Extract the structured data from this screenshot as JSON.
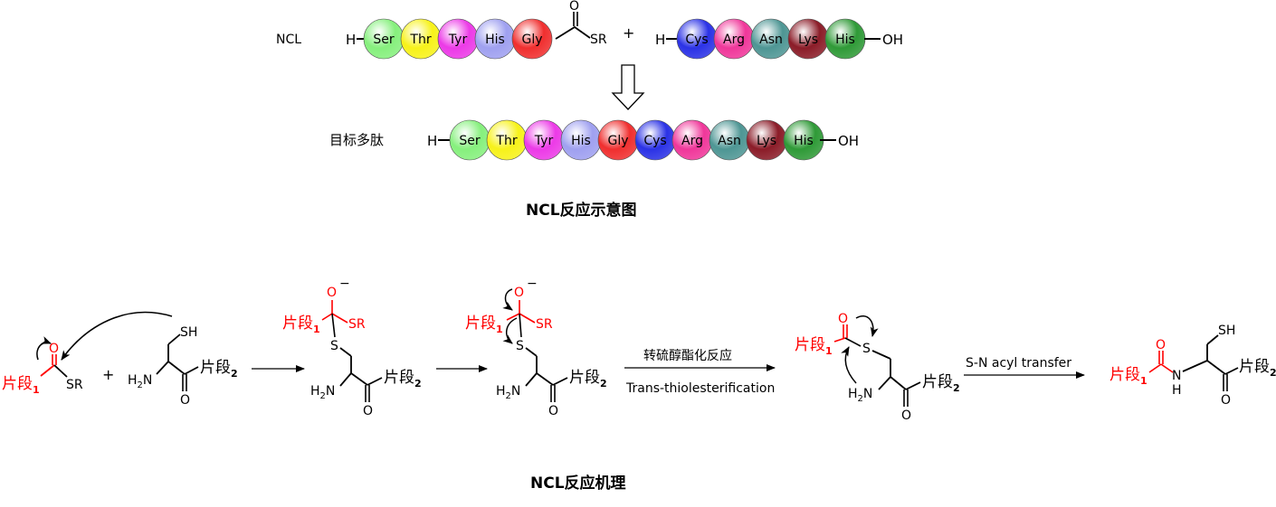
{
  "top": {
    "row_label": "NCL",
    "product_label": "目标多肽",
    "plus": "+",
    "n_term": "H",
    "c_term": "OH",
    "thioester": {
      "carbonyl_o": "O",
      "sr": "SR"
    },
    "peptide1": [
      "Ser",
      "Thr",
      "Tyr",
      "His",
      "Gly"
    ],
    "peptide2": [
      "Cys",
      "Arg",
      "Asn",
      "Lys",
      "His"
    ],
    "product": [
      "Ser",
      "Thr",
      "Tyr",
      "His",
      "Gly",
      "Cys",
      "Arg",
      "Asn",
      "Lys",
      "His"
    ],
    "caption": "NCL反应示意图"
  },
  "residue_colors": {
    "Ser": "#86f07d",
    "Thr": "#f7f21a",
    "Tyr": "#ec3ae7",
    "His": "#9fa0f0",
    "Gly": "#f02f2f",
    "Cys": "#2b32e6",
    "Arg": "#f0379a",
    "Asn": "#4e9694",
    "Lys": "#8b1c28",
    "His2": "#2f9a37"
  },
  "mechanism": {
    "fragment1": "片段",
    "fragment1_sub": "1",
    "fragment2": "片段",
    "fragment2_sub": "2",
    "o": "O",
    "sr": "SR",
    "s": "S",
    "sh": "SH",
    "nh2_h": "H",
    "nh2_sub": "2",
    "nh2_n": "N",
    "nh": "N",
    "nh_h": "H",
    "minus": "−",
    "plus": "+",
    "step3_label_cn": "转硫醇酯化反应",
    "step3_label_en": "Trans-thiolesterification",
    "step4_label": "S-N acyl transfer",
    "caption": "NCL反应机理"
  },
  "colors": {
    "accent": "#ff0000",
    "ink": "#000000"
  }
}
